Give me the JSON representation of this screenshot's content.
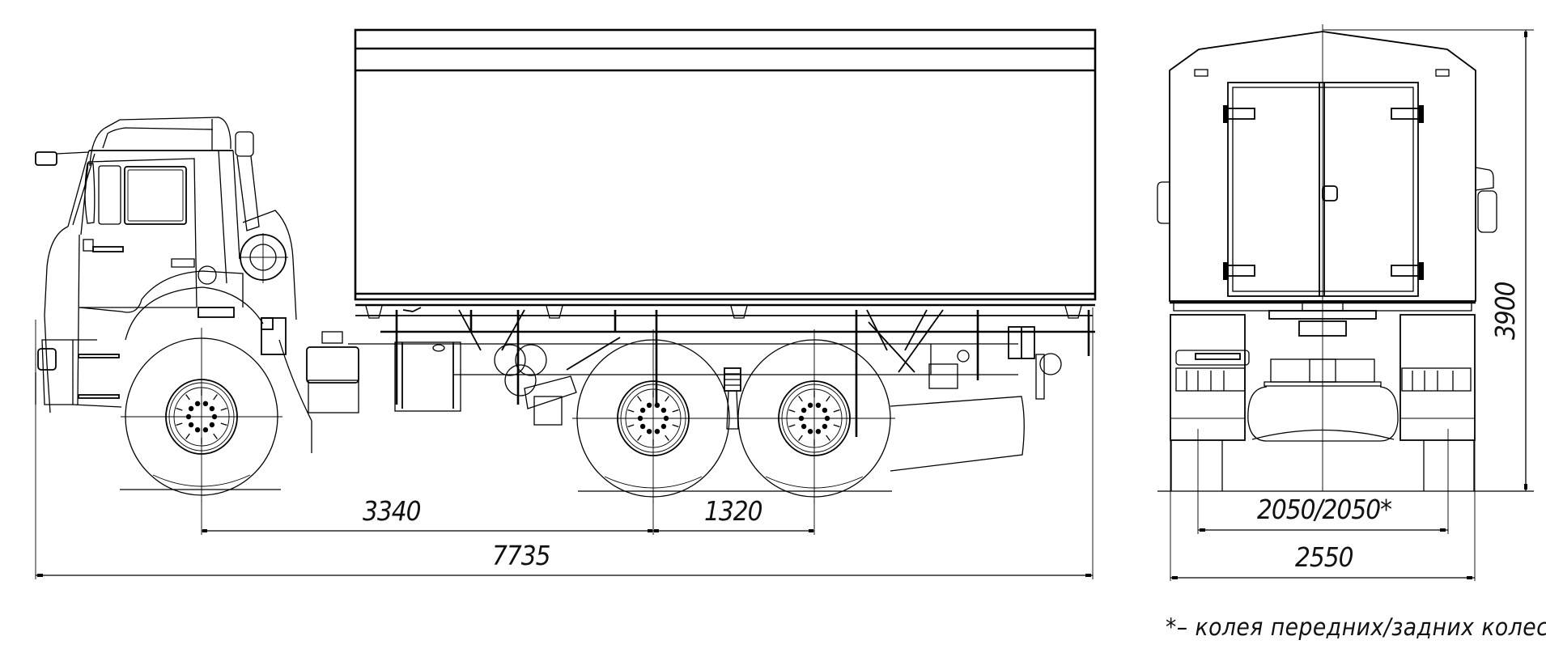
{
  "drawing": {
    "title": "Truck with box body — side and rear view dimensions",
    "views": [
      "side-view",
      "rear-view"
    ],
    "dimensions": {
      "front_to_first_rear_axle": "3340",
      "rear_axle_spacing": "1320",
      "overall_length": "7735",
      "track": "2050/2050*",
      "overall_width": "2550",
      "overall_height": "3900"
    },
    "units": "mm",
    "footnote": "*– колея передних/задних колес"
  },
  "colors": {
    "line": "#000000",
    "background": "#ffffff"
  }
}
